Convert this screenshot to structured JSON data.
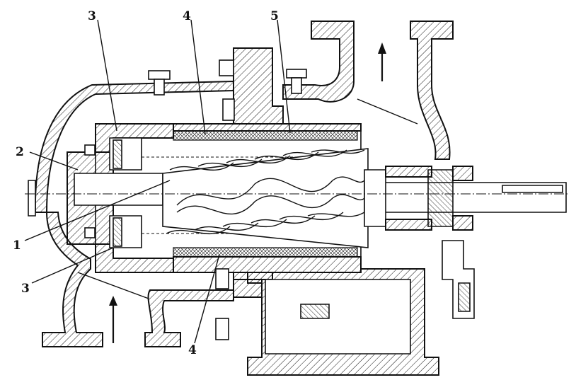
{
  "diagram": {
    "callouts": [
      {
        "id": "callout-1-bottom-left",
        "text": "1"
      },
      {
        "id": "callout-2-left",
        "text": "2"
      },
      {
        "id": "callout-3-top",
        "text": "3"
      },
      {
        "id": "callout-3-bottom",
        "text": "3"
      },
      {
        "id": "callout-4-top",
        "text": "4"
      },
      {
        "id": "callout-4-bottom",
        "text": "4"
      },
      {
        "id": "callout-5-top",
        "text": "5"
      }
    ],
    "flow": {
      "inlet_direction": "up",
      "outlet_direction": "up"
    }
  }
}
